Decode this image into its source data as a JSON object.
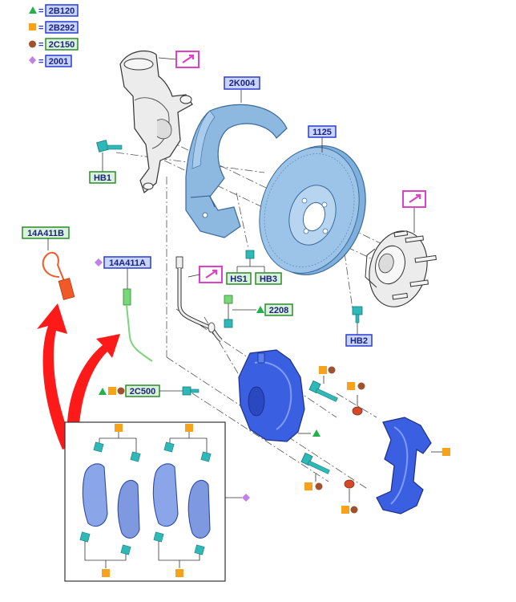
{
  "legend": [
    {
      "symbol": "triangle",
      "color": "#22b14c",
      "code": "2B120"
    },
    {
      "symbol": "square",
      "color": "#f7a21c",
      "code": "2B292"
    },
    {
      "symbol": "circle",
      "color": "#a0522d",
      "code": "2C150"
    },
    {
      "symbol": "diamond",
      "color": "#c080e8",
      "code": "2001"
    }
  ],
  "labels": {
    "knuckle_ref": "",
    "shield": "2K004",
    "disc": "1125",
    "hub_ref": "",
    "bolt_hb1": "HB1",
    "sensor_b": "14A411B",
    "sensor_a": "14A411A",
    "hose_ref": "",
    "hs1": "HS1",
    "hb3": "HB3",
    "fitting": "2208",
    "hb2": "HB2",
    "caliper_bolt": "2C500"
  },
  "colors": {
    "blue_box_fill": "#c9d4ff",
    "blue_box_border": "#2a3bd0",
    "green_box_fill": "#d9f2d9",
    "green_box_border": "#2d8a2d",
    "magenta": "#e040c8",
    "part_gray": "#e6e6e6",
    "disc_blue": "#8db8e0",
    "caliper_blue": "#3a5fe0",
    "pad_blue": "#8aa6e8",
    "teal": "#2fb8b8",
    "red_arrow": "#ff1a1a",
    "sensor_orange": "#f05a28",
    "sensor_green": "#7ad67a"
  }
}
